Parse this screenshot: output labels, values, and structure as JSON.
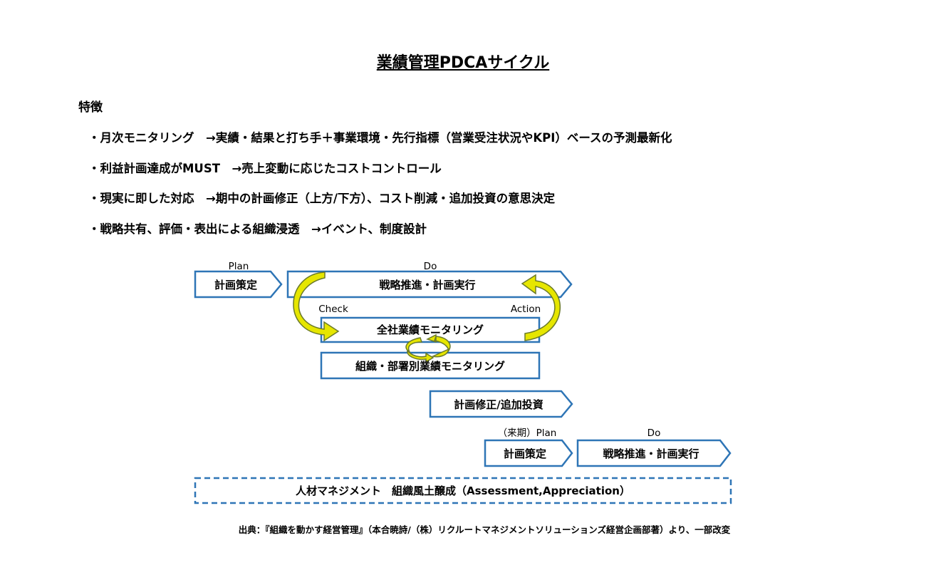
{
  "title": "業績管理PDCAサイクル",
  "features_heading": "特徴",
  "bullets": [
    "・月次モニタリング　→実績・結果と打ち手＋事業環境・先行指標（営業受注状況やKPI）ベースの予測最新化",
    "・利益計画達成がMUST　→売上変動に応じたコストコントロール",
    "・現実に即した対応　→期中の計画修正（上方/下方）、コスト削減・追加投資の意思決定",
    "・戦略共有、評価・表出による組織浸透　→イベント、制度設計"
  ],
  "diagram": {
    "plan_label": "Plan",
    "do_label": "Do",
    "check_label": "Check",
    "action_label": "Action",
    "plan_box": "計画策定",
    "do_box": "戦略推進・計画実行",
    "company_monitor": "全社業績モニタリング",
    "org_monitor": "組織・部署別業績モニタリング",
    "revise_box": "計画修正/追加投資",
    "next_plan_label": "（来期）Plan",
    "next_do_label": "Do",
    "next_plan_box": "計画策定",
    "next_do_box": "戦略推進・計画実行",
    "hr_box": "人材マネジメント　組織風土醸成（Assessment,Appreciation）"
  },
  "source": "出典：『組織を動かす経営管理』（本合暁詩/（株）リクルートマネジメントソリューションズ経営企画部著）より、一部改変",
  "colors": {
    "stroke": "#2e75b6",
    "arrow_fill": "#e6e600",
    "arrow_stroke": "#8a8a00"
  }
}
